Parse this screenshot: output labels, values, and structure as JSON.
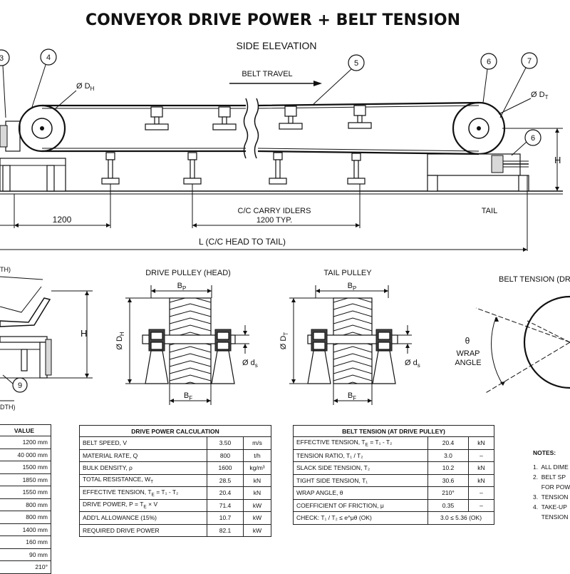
{
  "title": "CONVEYOR DRIVE POWER + BELT TENSION",
  "subtitle": "SIDE ELEVATION",
  "side_elevation": {
    "belt_travel": "BELT TRAVEL",
    "dia_head": "Ø D",
    "dia_head_sub": "H",
    "dia_tail": "Ø D",
    "dia_tail_sub": "T",
    "height_label": "H",
    "callouts": [
      "3",
      "4",
      "5",
      "6",
      "7",
      "6"
    ],
    "dim_1200": "1200",
    "carry_idlers_line1": "C/C CARRY IDLERS",
    "carry_idlers_line2": "1200 TYP.",
    "tail_label": "TAIL",
    "length_label": "L (C/C HEAD TO TAIL)"
  },
  "idler_view": {
    "top_label": "TH)",
    "height_label": "H",
    "callout": "9",
    "bottom_label": "DTH)"
  },
  "drive_pulley": {
    "title": "DRIVE PULLEY (HEAD)",
    "face_label": "B",
    "face_sub": "P",
    "bottom_label": "B",
    "bottom_sub": "F",
    "dia_label": "Ø D",
    "dia_sub": "H",
    "shaft_label": "Ø d",
    "shaft_sub": "s"
  },
  "tail_pulley": {
    "title": "TAIL PULLEY",
    "face_label": "B",
    "face_sub": "P",
    "bottom_label": "B",
    "bottom_sub": "F",
    "dia_label": "Ø D",
    "dia_sub": "T",
    "shaft_label": "Ø d",
    "shaft_sub": "s"
  },
  "belt_tension_view": {
    "title": "BELT TENSION (DR",
    "theta": "θ",
    "wrap_line1": "WRAP",
    "wrap_line2": "ANGLE"
  },
  "value_table": {
    "header": "VALUE",
    "values": [
      "1200 mm",
      "40 000 mm",
      "1500 mm",
      "1850 mm",
      "1550 mm",
      "800 mm",
      "800 mm",
      "1400 mm",
      "160 mm",
      "90 mm",
      "210°"
    ]
  },
  "drive_power_table": {
    "title": "DRIVE POWER CALCULATION",
    "rows": [
      {
        "param": "BELT SPEED, V",
        "value": "3.50",
        "unit": "m/s"
      },
      {
        "param": "MATERIAL RATE, Q",
        "value": "800",
        "unit": "t/h"
      },
      {
        "param": "BULK DENSITY, ρ",
        "value": "1600",
        "unit": "kg/m³"
      },
      {
        "param": "TOTAL RESISTANCE, W",
        "param_sub": "T",
        "value": "28.5",
        "unit": "kN"
      },
      {
        "param": "EFFECTIVE TENSION, T",
        "param_sub": "E",
        "param_tail": " = T₁ - T₂",
        "value": "20.4",
        "unit": "kN"
      },
      {
        "param": "DRIVE POWER, P = T",
        "param_sub": "E",
        "param_tail": " × V",
        "value": "71.4",
        "unit": "kW"
      },
      {
        "param": "ADD'L ALLOWANCE (15%)",
        "value": "10.7",
        "unit": "kW"
      },
      {
        "param": "REQUIRED DRIVE POWER",
        "value": "82.1",
        "unit": "kW"
      }
    ]
  },
  "belt_tension_table": {
    "title": "BELT TENSION (AT DRIVE PULLEY)",
    "rows": [
      {
        "param": "EFFECTIVE TENSION, T",
        "param_sub": "E",
        "param_tail": " = T₁ - T₂",
        "value": "20.4",
        "unit": "kN"
      },
      {
        "param": "TENSION RATIO, T₁ / T₂",
        "value": "3.0",
        "unit": "–"
      },
      {
        "param": "SLACK SIDE TENSION, T₂",
        "value": "10.2",
        "unit": "kN"
      },
      {
        "param": "TIGHT SIDE TENSION, T₁",
        "value": "30.6",
        "unit": "kN"
      },
      {
        "param": "WRAP ANGLE, θ",
        "value": "210°",
        "unit": "–"
      },
      {
        "param": "COEFFICIENT OF FRICTION, μ",
        "value": "0.35",
        "unit": "–"
      }
    ],
    "check": {
      "param": "CHECK:  T₁ / T₂  ≤  e^μθ  (OK)",
      "value": "3.0  ≤  5.36  (OK)"
    }
  },
  "notes": {
    "heading": "NOTES:",
    "lines": [
      "1.  ALL DIME",
      "2.  BELT SP",
      "     FOR POW",
      "3.  TENSION",
      "4.  TAKE-UP",
      "     TENSION"
    ]
  }
}
